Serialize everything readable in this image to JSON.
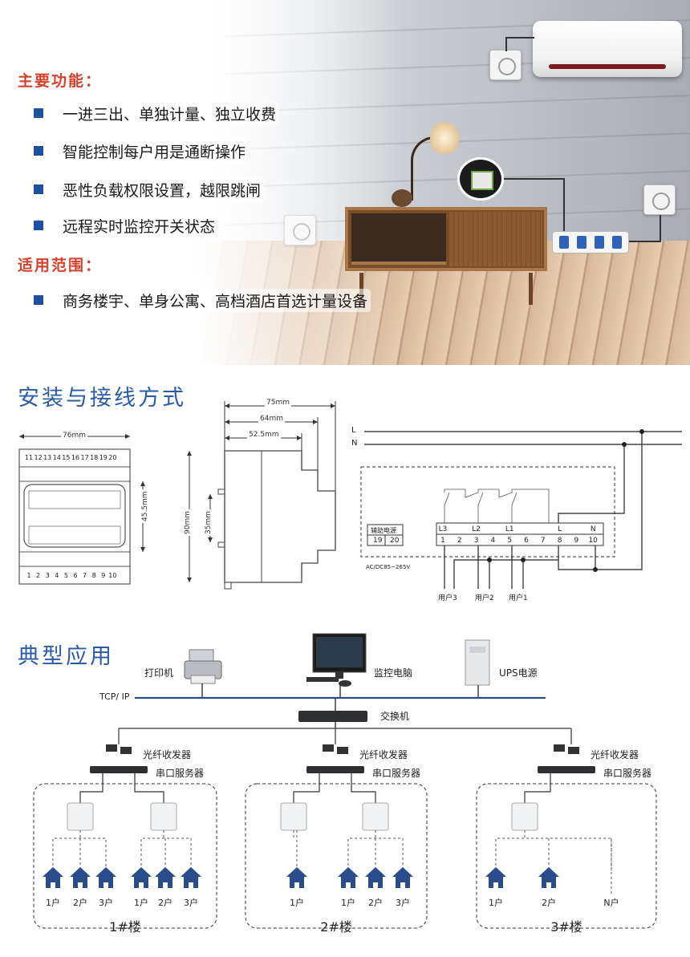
{
  "features": {
    "heading": "主要功能：",
    "items": [
      "一进三出、单独计量、独立收费",
      "智能控制每户用是通断操作",
      "恶性负载权限设置，越限跳闸",
      "远程实时监控开关状态"
    ]
  },
  "scope": {
    "heading": "适用范围：",
    "items": [
      "商务楼宇、单身公寓、高档酒店首选计量设备"
    ]
  },
  "install": {
    "title": "安装与接线方式",
    "front": {
      "width_label": "76mm",
      "height_label": "45.5mm",
      "top_pins": [
        "11",
        "12",
        "13",
        "14",
        "15",
        "16",
        "17",
        "18",
        "19",
        "20"
      ],
      "bottom_pins": [
        "1",
        "2",
        "3",
        "4",
        "5",
        "6",
        "7",
        "8",
        "9",
        "10"
      ]
    },
    "side": {
      "dim_75": "75mm",
      "dim_64": "64mm",
      "dim_52": "52.5mm",
      "dim_90": "90mm",
      "dim_35": "35mm"
    },
    "wiring": {
      "line_L": "L",
      "line_N": "N",
      "aux_label": "辅助电源",
      "aux_pins": [
        "19",
        "20"
      ],
      "aux_voltage": "AC/DC85~265V",
      "terminal_top": [
        "L3",
        "",
        "L2",
        "",
        "L1",
        "",
        "",
        "L",
        "",
        "N"
      ],
      "terminal_bottom": [
        "1",
        "2",
        "3",
        "4",
        "5",
        "6",
        "7",
        "8",
        "9",
        "10"
      ],
      "users": [
        "用户3",
        "用户2",
        "用户1"
      ]
    }
  },
  "app": {
    "title": "典型应用",
    "printer": "打印机",
    "pc": "监控电脑",
    "ups": "UPS电源",
    "tcp": "TCP/ IP",
    "switch": "交换机",
    "fiber": "光纤收发器",
    "serial": "串口服务器",
    "buildings": [
      {
        "name": "1#楼",
        "households": [
          "1户",
          "2户",
          "3户",
          "1户",
          "2户",
          "3户"
        ]
      },
      {
        "name": "2#楼",
        "households": [
          "1户",
          "1户",
          "2户",
          "3户"
        ]
      },
      {
        "name": "3#楼",
        "households": [
          "1户",
          "2户",
          "N户"
        ]
      }
    ]
  }
}
